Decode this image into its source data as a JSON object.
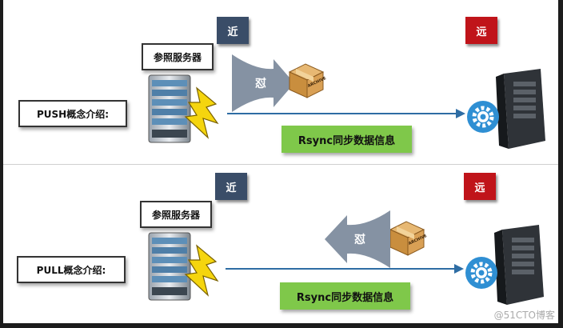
{
  "diagram": {
    "push": {
      "near_badge": "近",
      "far_badge": "远",
      "server_label": "参照服务器",
      "concept_label": "PUSH概念介绍:",
      "arrow_char": "怼",
      "archive_label": "ARCHIVE",
      "sync_label": "Rsync同步数据信息"
    },
    "pull": {
      "near_badge": "近",
      "far_badge": "远",
      "server_label": "参照服务器",
      "concept_label": "PULL概念介绍:",
      "arrow_char": "怼",
      "archive_label": "ARCHIVE",
      "sync_label": "Rsync同步数据信息"
    }
  },
  "watermark": "@51CTO博客",
  "colors": {
    "near_badge": "#3a4d68",
    "far_badge": "#c0141a",
    "sync_box": "#7fc84a",
    "line": "#2e6da4",
    "arrow": "#8592a3"
  },
  "icons": [
    "server-rack-icon",
    "lightning-icon",
    "archive-box-icon",
    "tower-server-icon",
    "gear-icon"
  ]
}
